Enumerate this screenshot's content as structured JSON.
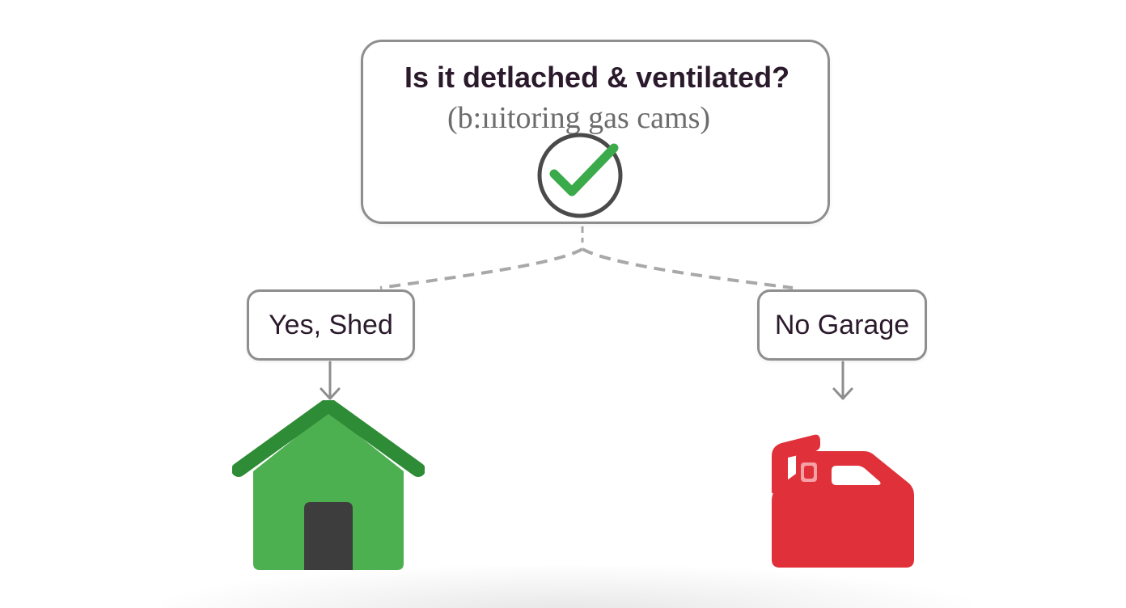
{
  "question": {
    "title": "Is it detlached & ventilated?",
    "subtitle": "(b:ııitoring gas cams)",
    "status_icon": "check-circle-icon"
  },
  "answers": {
    "yes_label": "Yes, Shed",
    "no_label": "No Garage"
  },
  "icons": {
    "yes_outcome": "house-icon",
    "no_outcome": "gas-can-icon"
  },
  "colors": {
    "box_border": "#8e8e8e",
    "connector": "#a8a8a8",
    "text_dark": "#2b1a2c",
    "check_green": "#3aaa4a",
    "house_green": "#4caf50",
    "roof_green": "#2e8b36",
    "door_dark": "#3d3d3d",
    "gas_can_red": "#e0303a"
  }
}
